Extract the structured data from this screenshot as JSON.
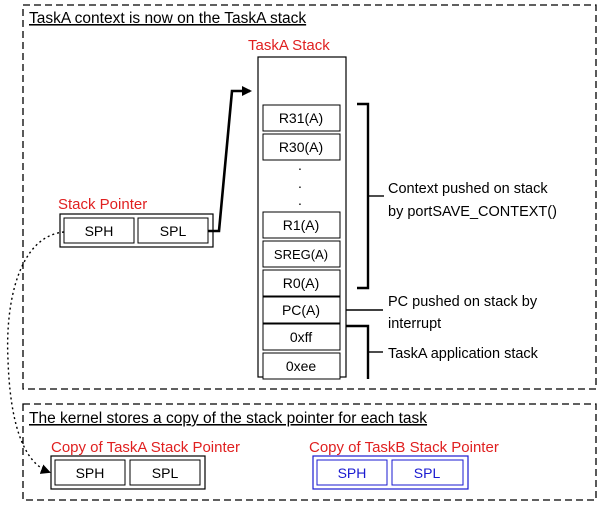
{
  "top_panel": {
    "title": "TaskA context is now on the TaskA stack"
  },
  "stack": {
    "title": "TaskA Stack",
    "cells": [
      {
        "label": "R31(A)",
        "small": false
      },
      {
        "label": "R30(A)",
        "small": false
      },
      {
        "label": "R1(A)",
        "small": false
      },
      {
        "label": "SREG(A)",
        "small": true
      },
      {
        "label": "R0(A)",
        "small": false
      },
      {
        "label": "PC(A)",
        "small": false
      },
      {
        "label": "0xff",
        "small": false
      },
      {
        "label": "0xee",
        "small": false
      }
    ],
    "ellipsis": [
      ".",
      ".",
      "."
    ]
  },
  "stack_pointer": {
    "title": "Stack Pointer",
    "sph": "SPH",
    "spl": "SPL"
  },
  "annotations": {
    "context_line1": "Context pushed on stack",
    "context_line2": "by portSAVE_CONTEXT()",
    "pc_line1": "PC pushed on stack by",
    "pc_line2": "interrupt",
    "app_stack": "TaskA application stack"
  },
  "bottom_panel": {
    "title": "The kernel stores a copy of the stack pointer for each task",
    "taskA_copy": {
      "title": "Copy of TaskA Stack Pointer",
      "sph": "SPH",
      "spl": "SPL"
    },
    "taskB_copy": {
      "title": "Copy of TaskB Stack Pointer",
      "sph": "SPH",
      "spl": "SPL"
    }
  },
  "colors": {
    "label_red": "#e02020",
    "taskB_blue": "#1a1ad0",
    "line": "#000000"
  }
}
